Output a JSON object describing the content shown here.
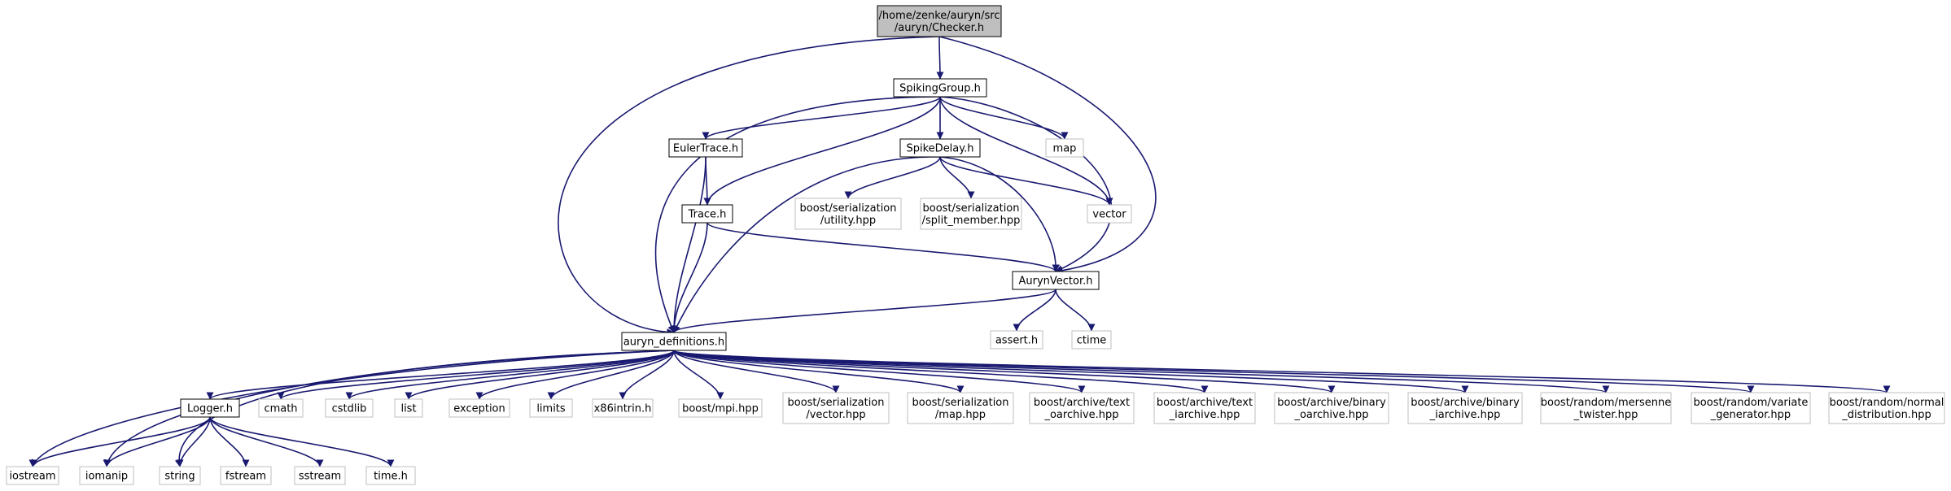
{
  "colors": {
    "edge": "#191970",
    "root_fill": "#bfbfbf",
    "root_border": "#000000",
    "local_border": "#000000",
    "system_border": "#bfbfbf",
    "text": "#000000"
  },
  "nodes": [
    {
      "id": "checker_h",
      "kind": "root",
      "lines": [
        "/home/zenke/auryn/src",
        "/auryn/Checker.h"
      ]
    },
    {
      "id": "spiking_group_h",
      "kind": "local",
      "lines": [
        "SpikingGroup.h"
      ]
    },
    {
      "id": "euler_trace_h",
      "kind": "local",
      "lines": [
        "EulerTrace.h"
      ]
    },
    {
      "id": "spike_delay_h",
      "kind": "local",
      "lines": [
        "SpikeDelay.h"
      ]
    },
    {
      "id": "map",
      "kind": "system",
      "lines": [
        "map"
      ]
    },
    {
      "id": "trace_h",
      "kind": "local",
      "lines": [
        "Trace.h"
      ]
    },
    {
      "id": "boost_serialization_utility_hpp",
      "kind": "system",
      "lines": [
        "boost/serialization",
        "/utility.hpp"
      ]
    },
    {
      "id": "boost_serialization_split_member_hpp",
      "kind": "system",
      "lines": [
        "boost/serialization",
        "/split_member.hpp"
      ]
    },
    {
      "id": "vector",
      "kind": "system",
      "lines": [
        "vector"
      ]
    },
    {
      "id": "auryn_vector_h",
      "kind": "local",
      "lines": [
        "AurynVector.h"
      ]
    },
    {
      "id": "assert_h",
      "kind": "system",
      "lines": [
        "assert.h"
      ]
    },
    {
      "id": "ctime",
      "kind": "system",
      "lines": [
        "ctime"
      ]
    },
    {
      "id": "auryn_definitions_h",
      "kind": "local",
      "lines": [
        "auryn_definitions.h"
      ]
    },
    {
      "id": "logger_h",
      "kind": "local",
      "lines": [
        "Logger.h"
      ]
    },
    {
      "id": "cmath",
      "kind": "system",
      "lines": [
        "cmath"
      ]
    },
    {
      "id": "cstdlib",
      "kind": "system",
      "lines": [
        "cstdlib"
      ]
    },
    {
      "id": "list",
      "kind": "system",
      "lines": [
        "list"
      ]
    },
    {
      "id": "exception",
      "kind": "system",
      "lines": [
        "exception"
      ]
    },
    {
      "id": "limits",
      "kind": "system",
      "lines": [
        "limits"
      ]
    },
    {
      "id": "x86intrin_h",
      "kind": "system",
      "lines": [
        "x86intrin.h"
      ]
    },
    {
      "id": "boost_mpi_hpp",
      "kind": "system",
      "lines": [
        "boost/mpi.hpp"
      ]
    },
    {
      "id": "boost_serialization_vector_hpp",
      "kind": "system",
      "lines": [
        "boost/serialization",
        "/vector.hpp"
      ]
    },
    {
      "id": "boost_serialization_map_hpp",
      "kind": "system",
      "lines": [
        "boost/serialization",
        "/map.hpp"
      ]
    },
    {
      "id": "boost_archive_text_oarchive_hpp",
      "kind": "system",
      "lines": [
        "boost/archive/text",
        "_oarchive.hpp"
      ]
    },
    {
      "id": "boost_archive_text_iarchive_hpp",
      "kind": "system",
      "lines": [
        "boost/archive/text",
        "_iarchive.hpp"
      ]
    },
    {
      "id": "boost_archive_binary_oarchive_hpp",
      "kind": "system",
      "lines": [
        "boost/archive/binary",
        "_oarchive.hpp"
      ]
    },
    {
      "id": "boost_archive_binary_iarchive_hpp",
      "kind": "system",
      "lines": [
        "boost/archive/binary",
        "_iarchive.hpp"
      ]
    },
    {
      "id": "boost_random_mersenne_twister_hpp",
      "kind": "system",
      "lines": [
        "boost/random/mersenne",
        "_twister.hpp"
      ]
    },
    {
      "id": "boost_random_variate_generator_hpp",
      "kind": "system",
      "lines": [
        "boost/random/variate",
        "_generator.hpp"
      ]
    },
    {
      "id": "boost_random_normal_distribution_hpp",
      "kind": "system",
      "lines": [
        "boost/random/normal",
        "_distribution.hpp"
      ]
    },
    {
      "id": "iostream",
      "kind": "system",
      "lines": [
        "iostream"
      ]
    },
    {
      "id": "iomanip",
      "kind": "system",
      "lines": [
        "iomanip"
      ]
    },
    {
      "id": "string",
      "kind": "system",
      "lines": [
        "string"
      ]
    },
    {
      "id": "fstream",
      "kind": "system",
      "lines": [
        "fstream"
      ]
    },
    {
      "id": "sstream",
      "kind": "system",
      "lines": [
        "sstream"
      ]
    },
    {
      "id": "time_h",
      "kind": "system",
      "lines": [
        "time.h"
      ]
    }
  ],
  "edges": [
    {
      "from": "checker_h",
      "to": "spiking_group_h"
    },
    {
      "from": "checker_h",
      "to": "auryn_definitions_h"
    },
    {
      "from": "checker_h",
      "to": "auryn_vector_h"
    },
    {
      "from": "spiking_group_h",
      "to": "euler_trace_h"
    },
    {
      "from": "spiking_group_h",
      "to": "spike_delay_h"
    },
    {
      "from": "spiking_group_h",
      "to": "map"
    },
    {
      "from": "spiking_group_h",
      "to": "trace_h"
    },
    {
      "from": "spiking_group_h",
      "to": "vector"
    },
    {
      "from": "spiking_group_h",
      "to": "auryn_vector_h"
    },
    {
      "from": "spiking_group_h",
      "to": "auryn_definitions_h"
    },
    {
      "from": "euler_trace_h",
      "to": "trace_h"
    },
    {
      "from": "euler_trace_h",
      "to": "auryn_definitions_h"
    },
    {
      "from": "spike_delay_h",
      "to": "boost_serialization_utility_hpp"
    },
    {
      "from": "spike_delay_h",
      "to": "boost_serialization_split_member_hpp"
    },
    {
      "from": "spike_delay_h",
      "to": "vector"
    },
    {
      "from": "spike_delay_h",
      "to": "auryn_vector_h"
    },
    {
      "from": "spike_delay_h",
      "to": "auryn_definitions_h"
    },
    {
      "from": "trace_h",
      "to": "auryn_vector_h"
    },
    {
      "from": "trace_h",
      "to": "auryn_definitions_h"
    },
    {
      "from": "auryn_vector_h",
      "to": "auryn_definitions_h"
    },
    {
      "from": "auryn_vector_h",
      "to": "assert_h"
    },
    {
      "from": "auryn_vector_h",
      "to": "ctime"
    },
    {
      "from": "auryn_definitions_h",
      "to": "logger_h"
    },
    {
      "from": "auryn_definitions_h",
      "to": "cmath"
    },
    {
      "from": "auryn_definitions_h",
      "to": "cstdlib"
    },
    {
      "from": "auryn_definitions_h",
      "to": "list"
    },
    {
      "from": "auryn_definitions_h",
      "to": "exception"
    },
    {
      "from": "auryn_definitions_h",
      "to": "limits"
    },
    {
      "from": "auryn_definitions_h",
      "to": "x86intrin_h"
    },
    {
      "from": "auryn_definitions_h",
      "to": "boost_mpi_hpp"
    },
    {
      "from": "auryn_definitions_h",
      "to": "boost_serialization_vector_hpp"
    },
    {
      "from": "auryn_definitions_h",
      "to": "boost_serialization_map_hpp"
    },
    {
      "from": "auryn_definitions_h",
      "to": "boost_archive_text_oarchive_hpp"
    },
    {
      "from": "auryn_definitions_h",
      "to": "boost_archive_text_iarchive_hpp"
    },
    {
      "from": "auryn_definitions_h",
      "to": "boost_archive_binary_oarchive_hpp"
    },
    {
      "from": "auryn_definitions_h",
      "to": "boost_archive_binary_iarchive_hpp"
    },
    {
      "from": "auryn_definitions_h",
      "to": "boost_random_mersenne_twister_hpp"
    },
    {
      "from": "auryn_definitions_h",
      "to": "boost_random_variate_generator_hpp"
    },
    {
      "from": "auryn_definitions_h",
      "to": "boost_random_normal_distribution_hpp"
    },
    {
      "from": "auryn_definitions_h",
      "to": "iostream"
    },
    {
      "from": "auryn_definitions_h",
      "to": "iomanip"
    },
    {
      "from": "auryn_definitions_h",
      "to": "string"
    },
    {
      "from": "logger_h",
      "to": "iostream"
    },
    {
      "from": "logger_h",
      "to": "iomanip"
    },
    {
      "from": "logger_h",
      "to": "string"
    },
    {
      "from": "logger_h",
      "to": "fstream"
    },
    {
      "from": "logger_h",
      "to": "sstream"
    },
    {
      "from": "logger_h",
      "to": "time_h"
    }
  ]
}
